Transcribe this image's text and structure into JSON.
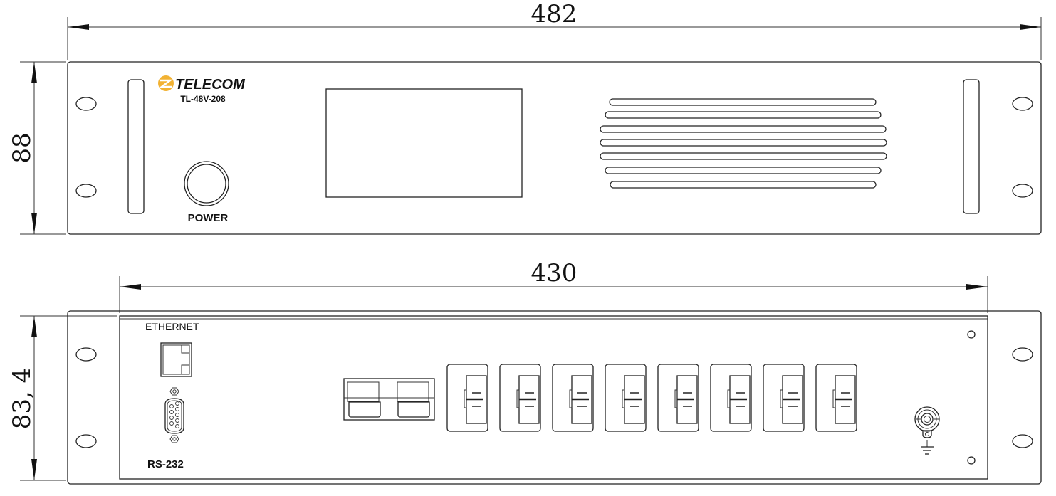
{
  "dimensions": {
    "front_width": "482",
    "front_height": "88",
    "rear_width": "430",
    "rear_height": "83, 4"
  },
  "front_panel": {
    "brand": "TELECOM",
    "model": "TL-48V-208",
    "power_label": "POWER",
    "brand_color": "#f2b233"
  },
  "rear_panel": {
    "ethernet_label": "ETHERNET",
    "serial_label": "RS-232",
    "breaker_count": 8
  }
}
